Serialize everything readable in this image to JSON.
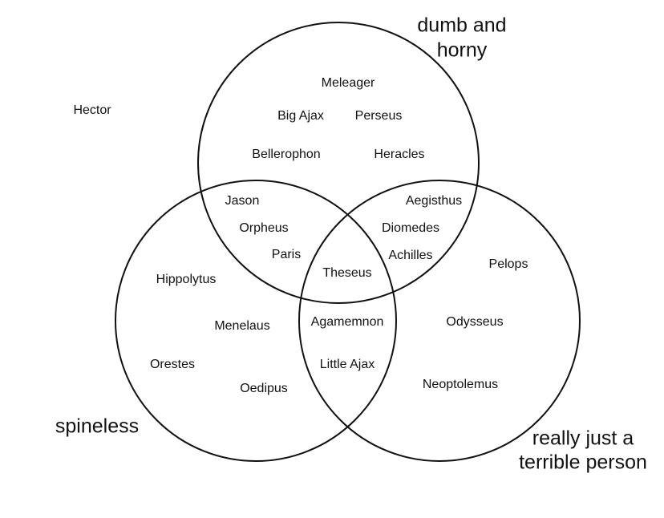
{
  "sets": {
    "top_label_line1": "dumb and",
    "top_label_line2": "horny",
    "left_label": "spineless",
    "right_label_line1": "really just a",
    "right_label_line2": "terrible person"
  },
  "regions": {
    "outside": [
      "Hector"
    ],
    "dumb_and_horny_only": [
      "Meleager",
      "Big Ajax",
      "Perseus",
      "Bellerophon",
      "Heracles"
    ],
    "dumb_and_horny_and_spineless": [
      "Jason",
      "Orpheus",
      "Paris"
    ],
    "dumb_and_horny_and_terrible": [
      "Aegisthus",
      "Diomedes",
      "Achilles"
    ],
    "all_three": [
      "Theseus"
    ],
    "spineless_and_terrible": [
      "Agamemnon",
      "Little Ajax"
    ],
    "spineless_only": [
      "Hippolytus",
      "Menelaus",
      "Orestes",
      "Oedipus"
    ],
    "terrible_only": [
      "Pelops",
      "Odysseus",
      "Neoptolemus"
    ]
  }
}
